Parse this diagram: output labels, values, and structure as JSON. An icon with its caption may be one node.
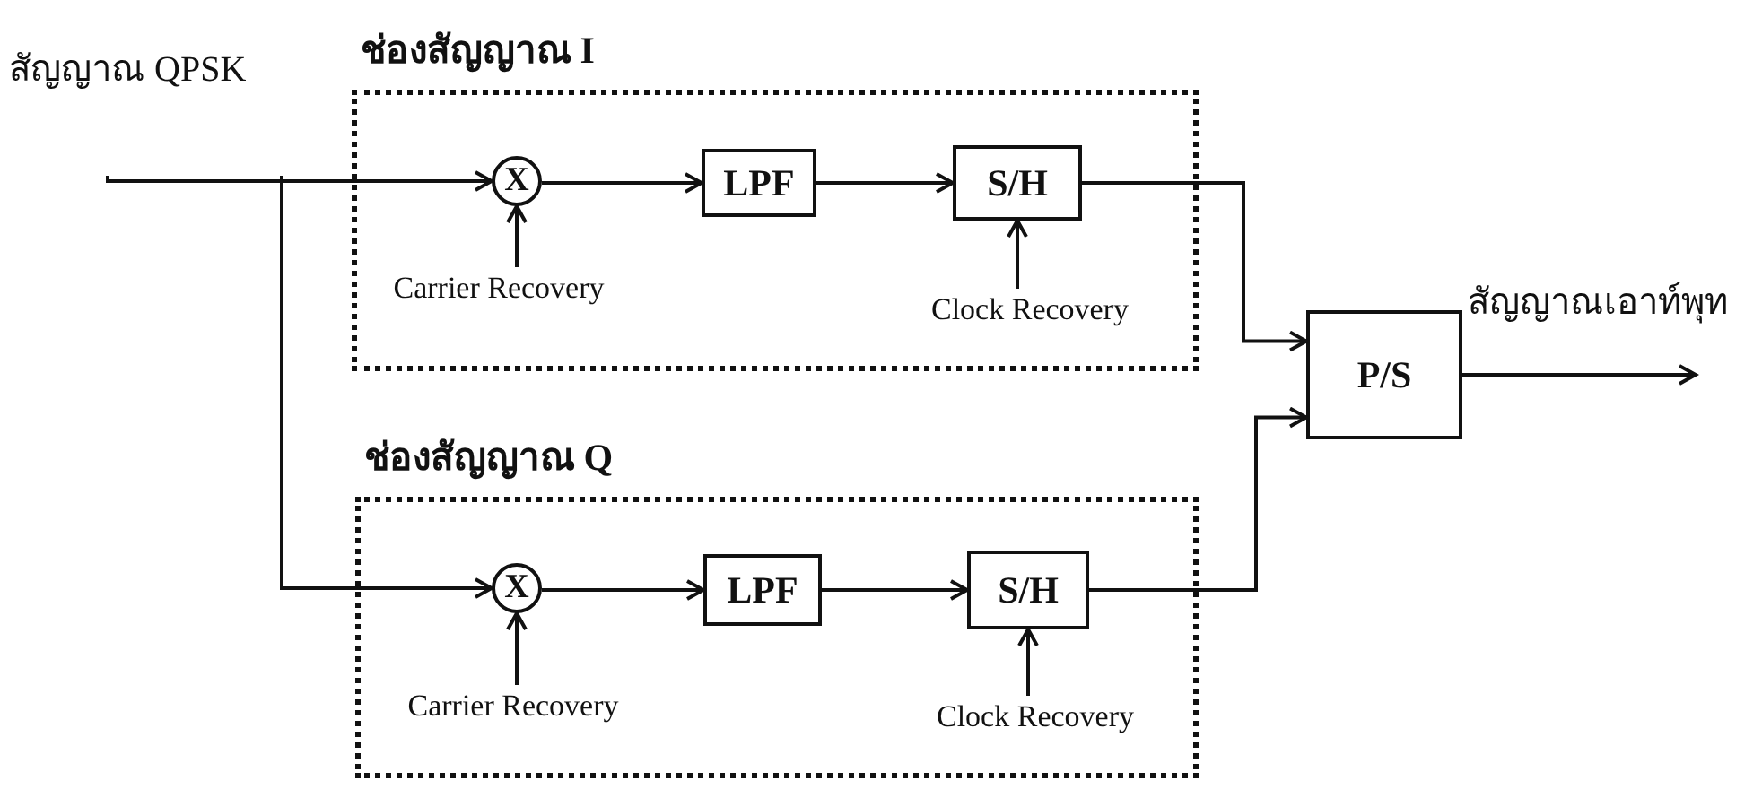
{
  "diagram": {
    "nodes": [
      {
        "text": [
          "ช่องสัญญาณ I"
        ]
      },
      {
        "text": [
          "X"
        ],
        "in": 0
      },
      {
        "text": [
          "LPF"
        ],
        "in": 0
      },
      {
        "text": [
          "S/H"
        ],
        "in": 0
      },
      {
        "text": [
          "Carrier Recovery"
        ],
        "in": 0
      },
      {
        "text": [
          "Clock Recovery"
        ],
        "in": 0
      },
      {
        "text": [
          "ช่องสัญญาณ Q"
        ]
      },
      {
        "text": [
          "X"
        ],
        "in": 6
      },
      {
        "text": [
          "LPF"
        ],
        "in": 6
      },
      {
        "text": [
          "S/H"
        ],
        "in": 6
      },
      {
        "text": [
          "Carrier Recovery"
        ],
        "in": 6
      },
      {
        "text": [
          "Clock Recovery"
        ],
        "in": 6
      },
      {
        "text": [
          "P/S"
        ]
      }
    ],
    "edges": [
      {
        "from": null,
        "to": 1,
        "arrow": "to"
      },
      {
        "from": null,
        "to": 7,
        "arrow": "to"
      },
      {
        "from": 1,
        "to": 2,
        "arrow": "to"
      },
      {
        "from": 2,
        "to": 3,
        "arrow": "to"
      },
      {
        "from": 4,
        "to": 1,
        "arrow": "to"
      },
      {
        "from": 5,
        "to": 3,
        "arrow": "to"
      },
      {
        "from": 7,
        "to": 8,
        "arrow": "to"
      },
      {
        "from": 8,
        "to": 9,
        "arrow": "to"
      },
      {
        "from": 10,
        "to": 7,
        "arrow": "to"
      },
      {
        "from": 11,
        "to": 9,
        "arrow": "to"
      },
      {
        "from": 3,
        "to": 12,
        "arrow": "to"
      },
      {
        "from": 9,
        "to": 12,
        "arrow": "to"
      },
      {
        "from": 12,
        "to": null,
        "arrow": "to"
      }
    ],
    "labels": [
      "สัญญาณ QPSK",
      "สัญญาณเอาท์พุท"
    ]
  }
}
